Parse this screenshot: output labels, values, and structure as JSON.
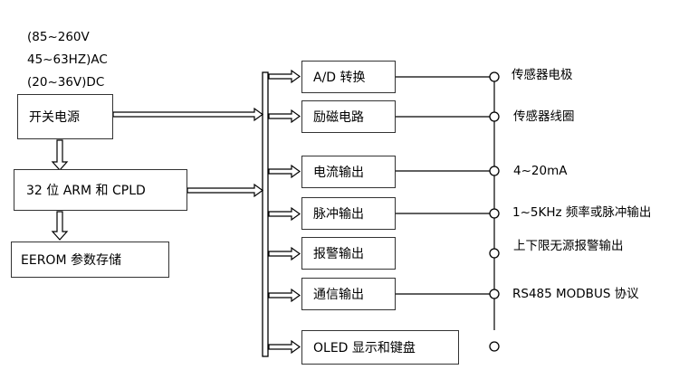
{
  "power_spec": {
    "line1": "(85~260V",
    "line2": "45~63HZ)AC",
    "line3": "(20~36V)DC"
  },
  "left_blocks": {
    "power": "开关电源",
    "cpu": "32 位 ARM 和 CPLD",
    "eeprom": "EEROM 参数存储"
  },
  "modules": [
    {
      "label": "A/D 转换",
      "output": "传感器电极"
    },
    {
      "label": "励磁电路",
      "output": "传感器线圈"
    },
    {
      "label": "电流输出",
      "output": "4~20mA"
    },
    {
      "label": "脉冲输出",
      "output": "1~5KHz 频率或脉冲输出"
    },
    {
      "label": "报警输出",
      "output": "上下限无源报警输出"
    },
    {
      "label": "通信输出",
      "output": "RS485 MODBUS 协议"
    },
    {
      "label": "OLED 显示和键盘",
      "output": ""
    }
  ]
}
